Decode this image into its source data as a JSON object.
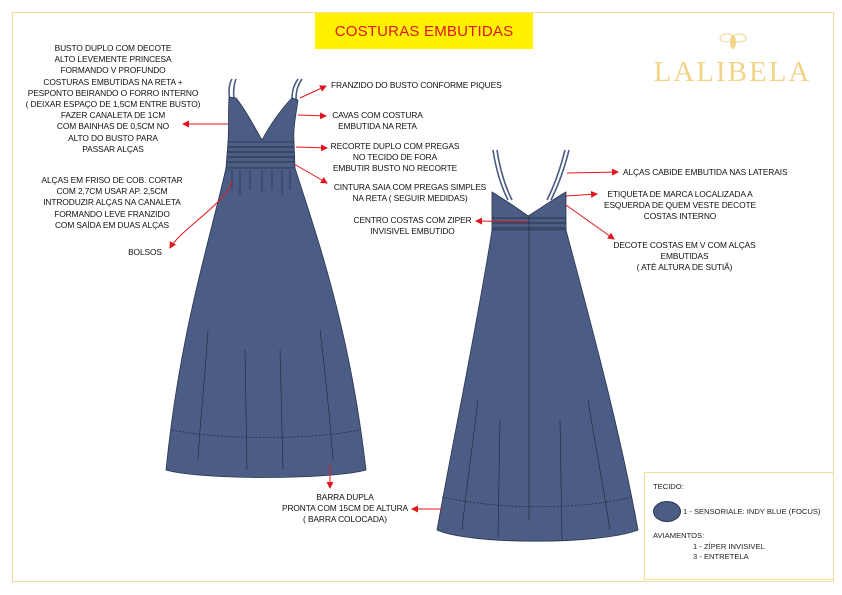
{
  "title": "COSTURAS EMBUTIDAS",
  "brand": {
    "name": "LALIBELA",
    "icon": "bee-icon",
    "color": "#f1d488"
  },
  "colors": {
    "fabric": "#4b5d84",
    "arrow": "#e0161e",
    "title_bg": "#fff200"
  },
  "notes": {
    "busto": "BUSTO DUPLO COM DECOTE\nALTO LEVEMENTE PRINCESA\nFORMANDO V PROFUNDO\nCOSTURAS EMBUTIDAS NA RETA +\nPESPONTO BEIRANDO O FORRO INTERNO\n( DEIXAR ESPAÇO DE 1,5CM ENTRE BUSTO)\nFAZER CANALETA  DE 1CM\nCOM BAINHAS DE 0,5CM NO\nALTO DO BUSTO PARA\nPASSAR ALÇAS",
    "alcas": "ALÇAS  EM FRISO DE COB. CORTAR\nCOM 2,7CM USAR AP. 2,5CM\nINTRODUZIR ALÇAS NA CANALETA\nFORMANDO  LEVE FRANZIDO\nCOM SAÍDA EM DUAS ALÇAS",
    "bolsos": "BOLSOS",
    "franzido": "FRANZIDO DO BUSTO CONFORME PIQUES",
    "cavas": "CAVAS COM COSTURA\nEMBUTIDA NA RETA",
    "recorte": "RECORTE DUPLO COM PREGAS\nNO TECIDO DE FORA\nEMBUTIR BUSTO NO RECORTE",
    "cintura": "CINTURA  SAIA COM PREGAS SIMPLES\nNA RETA ( SEGUIR MEDIDAS)",
    "centro_costas": "CENTRO COSTAS COM ZIPER\nINVISIVEL EMBUTIDO",
    "alcas_cabide": "ALÇAS CABIDE EMBUTIDA NAS LATERAIS",
    "etiqueta": "ETIQUETA DE MARCA LOCALIZADA A\nESQUERDA  DE QUEM VESTE  DECOTE\nCOSTAS INTERNO",
    "decote_costas": "DECOTE COSTAS EM V COM ALÇAS\nEMBUTIDAS\n( ATÉ ALTURA DE SUTIÃ)",
    "barra": "BARRA DUPLA\nPRONTA COM  15CM DE ALTURA\n( BARRA COLOCADA)"
  },
  "legend": {
    "tecido_label": "TECIDO:",
    "tecido_item": "1 - SENSORIALE: INDY BLUE (FOCUS)",
    "aviamentos_label": "AVIAMENTOS:",
    "aviamentos": [
      "1 - ZÍPER INVISIVEL",
      "3 - ENTRETELA"
    ]
  }
}
